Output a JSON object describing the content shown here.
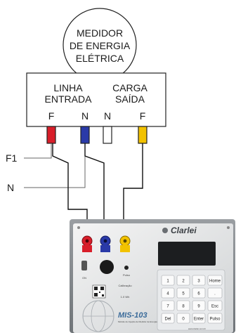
{
  "meter": {
    "line1": "MEDIDOR",
    "line2": "DE ENERGIA",
    "line3": "ELÉTRICA"
  },
  "box": {
    "linha_line1": "LINHA",
    "linha_line2": "ENTRADA",
    "carga_line1": "CARGA",
    "carga_line2": "SAÍDA",
    "terminals": [
      "F",
      "N",
      "N",
      "F"
    ]
  },
  "inputs": {
    "f1": "F1",
    "n": "N"
  },
  "device": {
    "brand": "Clarlei",
    "model": "MIS-103",
    "model_sub": "Módulo de Injeção de Medidor de Energia",
    "calibration_label": "Calibração",
    "calibration_value": "1.0 Wh",
    "pulse_label": "Pulso",
    "switch_label": "ON",
    "website": "www.clarlei.com.br",
    "keypad": [
      "1",
      "2",
      "3",
      "Home",
      "4",
      "5",
      "6",
      ".",
      "7",
      "8",
      "9",
      "Esc",
      "Del",
      "0",
      "Enter",
      "Pulso"
    ],
    "colors": {
      "red": "#d81e2a",
      "blue": "#2a3aa8",
      "yellow": "#f2c200"
    }
  }
}
